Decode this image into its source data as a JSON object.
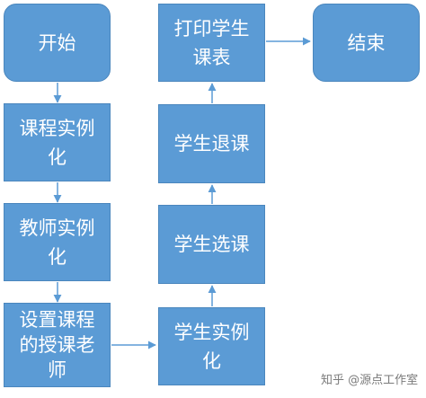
{
  "nodes": {
    "start": "开始",
    "course_instance": "课程实例化",
    "teacher_instance": "教师实例化",
    "set_teacher": "设置课程的授课老师",
    "student_instance": "学生实例化",
    "student_select": "学生选课",
    "student_drop": "学生退课",
    "print_schedule": "打印学生课表",
    "end": "结束"
  },
  "watermark": "知乎 @源点工作室",
  "colors": {
    "box_fill": "#5b9bd5",
    "box_border": "#4a86bd",
    "box_text": "#ffffff",
    "arrow": "#5b9bd5"
  }
}
